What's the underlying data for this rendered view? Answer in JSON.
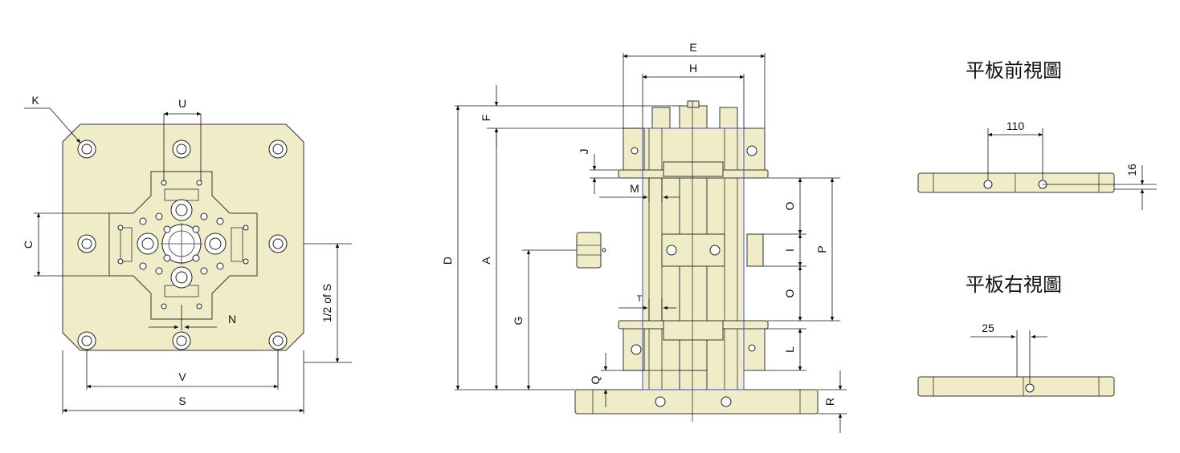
{
  "colors": {
    "part_fill": "#f1ecc8",
    "line": "#333333",
    "outline_blue": "#3a4fd0",
    "background": "#ffffff"
  },
  "top_view": {
    "labels": {
      "K": "K",
      "U": "U",
      "C": "C",
      "N": "N",
      "V": "V",
      "S": "S",
      "half_s": "1/2 of S"
    }
  },
  "side_view": {
    "labels": {
      "E": "E",
      "H": "H",
      "F": "F",
      "J": "J",
      "M": "M",
      "D": "D",
      "A": "A",
      "G": "G",
      "T": "T",
      "Q": "Q",
      "R": "R",
      "O1": "O",
      "I": "I",
      "O2": "O",
      "P": "P",
      "L": "L"
    }
  },
  "plate_front": {
    "title": "平板前視圖",
    "dim_width": "110",
    "dim_thickness": "16"
  },
  "plate_right": {
    "title": "平板右視圖",
    "dim_width": "25"
  }
}
